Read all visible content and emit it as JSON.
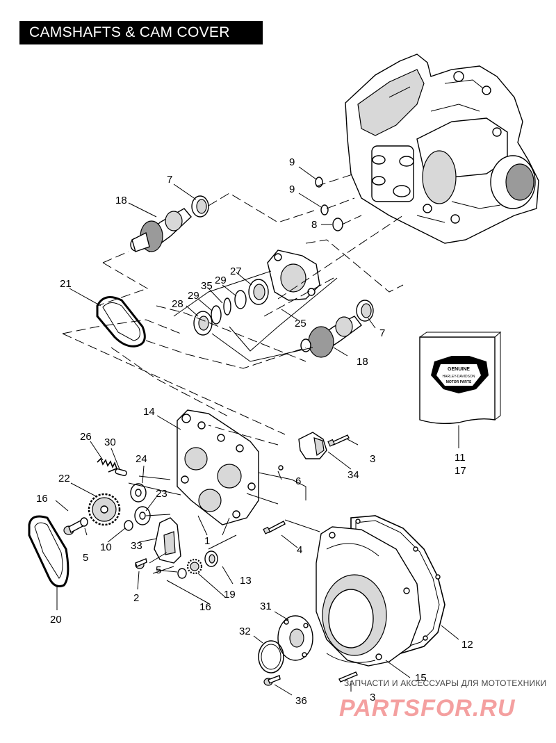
{
  "header": {
    "title": "CAMSHAFTS & CAM COVER"
  },
  "callouts": {
    "c1": "1",
    "c2": "2",
    "c3a": "3",
    "c3b": "3",
    "c4": "4",
    "c5a": "5",
    "c5b": "5",
    "c6": "6",
    "c7a": "7",
    "c7b": "7",
    "c8": "8",
    "c9a": "9",
    "c9b": "9",
    "c10": "10",
    "c11": "11",
    "c12": "12",
    "c13": "13",
    "c14": "14",
    "c15": "15",
    "c16a": "16",
    "c16b": "16",
    "c17": "17",
    "c18a": "18",
    "c18b": "18",
    "c19": "19",
    "c20": "20",
    "c21": "21",
    "c22": "22",
    "c23": "23",
    "c24": "24",
    "c25": "25",
    "c26": "26",
    "c27": "27",
    "c28": "28",
    "c29a": "29",
    "c29b": "29",
    "c30": "30",
    "c31": "31",
    "c32": "32",
    "c33": "33",
    "c34": "34",
    "c35": "35",
    "c36": "36"
  },
  "logo": {
    "top": "GENUINE",
    "middle": "HARLEY-DAVIDSON",
    "bottom": "MOTOR PARTS"
  },
  "watermark": {
    "tagline": "ЗАПЧАСТИ И АКСЕССУАРЫ ДЛЯ МОТОТЕХНИКИ",
    "brand": "PARTSFOR.RU"
  }
}
